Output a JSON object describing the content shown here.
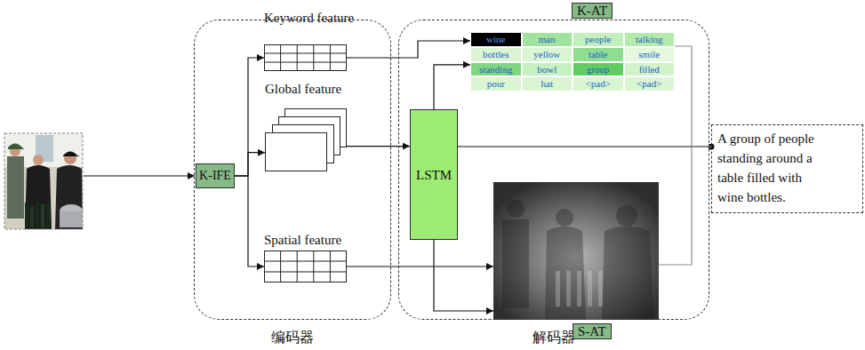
{
  "diagram": {
    "nodes": [
      {
        "text": [
          "编码器"
        ]
      },
      {
        "text": [
          "K-IFE"
        ],
        "in": 0
      },
      {
        "text": [
          "Keyword feature"
        ],
        "in": 0
      },
      {
        "text": [
          "Global feature"
        ],
        "in": 0
      },
      {
        "text": [
          "Spatial feature"
        ],
        "in": 0
      },
      {
        "text": [
          "解码器"
        ]
      },
      {
        "text": [
          "K-AT"
        ],
        "in": 5
      },
      {
        "text": [
          "LSTM"
        ],
        "in": 5
      },
      {
        "text": [
          "S-AT"
        ],
        "in": 5
      },
      {
        "text": [
          "A group of people standing around a table filled with wine bottles."
        ]
      }
    ],
    "edges": [
      {
        "from": 1,
        "to": 2,
        "arrow": "to"
      },
      {
        "from": 1,
        "to": 3,
        "arrow": "to"
      },
      {
        "from": 1,
        "to": 4,
        "arrow": "to"
      },
      {
        "from": 2,
        "to": 6,
        "arrow": "to"
      },
      {
        "from": 3,
        "to": 7,
        "arrow": "to"
      },
      {
        "from": 4,
        "to": 8,
        "arrow": "to"
      },
      {
        "from": 7,
        "to": 6,
        "arrow": "to"
      },
      {
        "from": 7,
        "to": 8,
        "arrow": "to"
      },
      {
        "from": 7,
        "to": 9,
        "arrow": "to"
      },
      {
        "from": 6,
        "to": 9,
        "arrow": "none"
      },
      {
        "from": 8,
        "to": 9,
        "arrow": "none"
      }
    ],
    "labels": [
      "wine",
      "man",
      "people",
      "talking",
      "bottles",
      "yellow",
      "table",
      "smile",
      "standing",
      "bowl",
      "group",
      "filled",
      "pour",
      "hat",
      "<pad>",
      "<pad>"
    ]
  }
}
